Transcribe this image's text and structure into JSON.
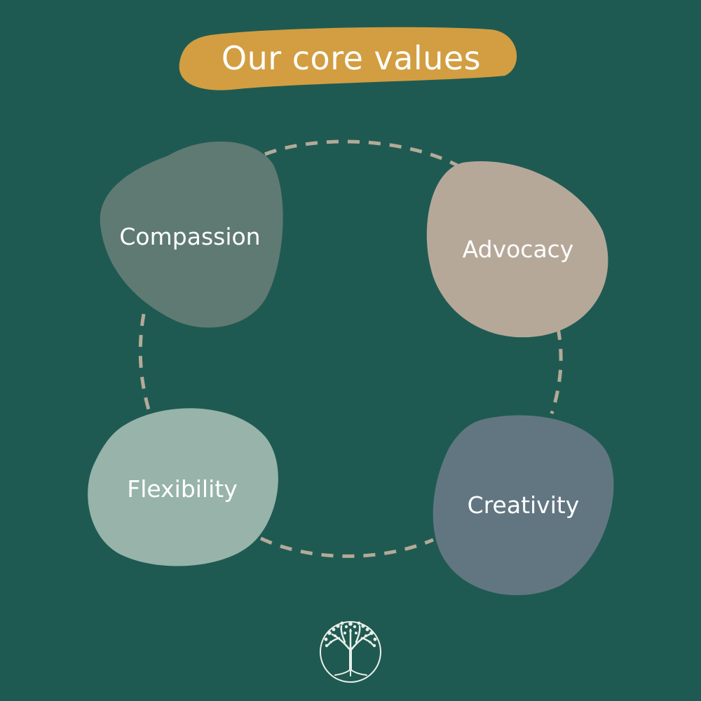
{
  "title": "Our core values",
  "values": [
    {
      "label": "Compassion",
      "color": "#5e7a73"
    },
    {
      "label": "Advocacy",
      "color": "#b6a898"
    },
    {
      "label": "Flexibility",
      "color": "#97b3aa"
    },
    {
      "label": "Creativity",
      "color": "#627682"
    }
  ],
  "colors": {
    "background": "#1f5a52",
    "title_pill": "#d29e41",
    "dashed_ring": "#b3aa98",
    "logo": "#e9efe9"
  },
  "icons": {
    "logo": "tree-of-life-logo-icon"
  }
}
